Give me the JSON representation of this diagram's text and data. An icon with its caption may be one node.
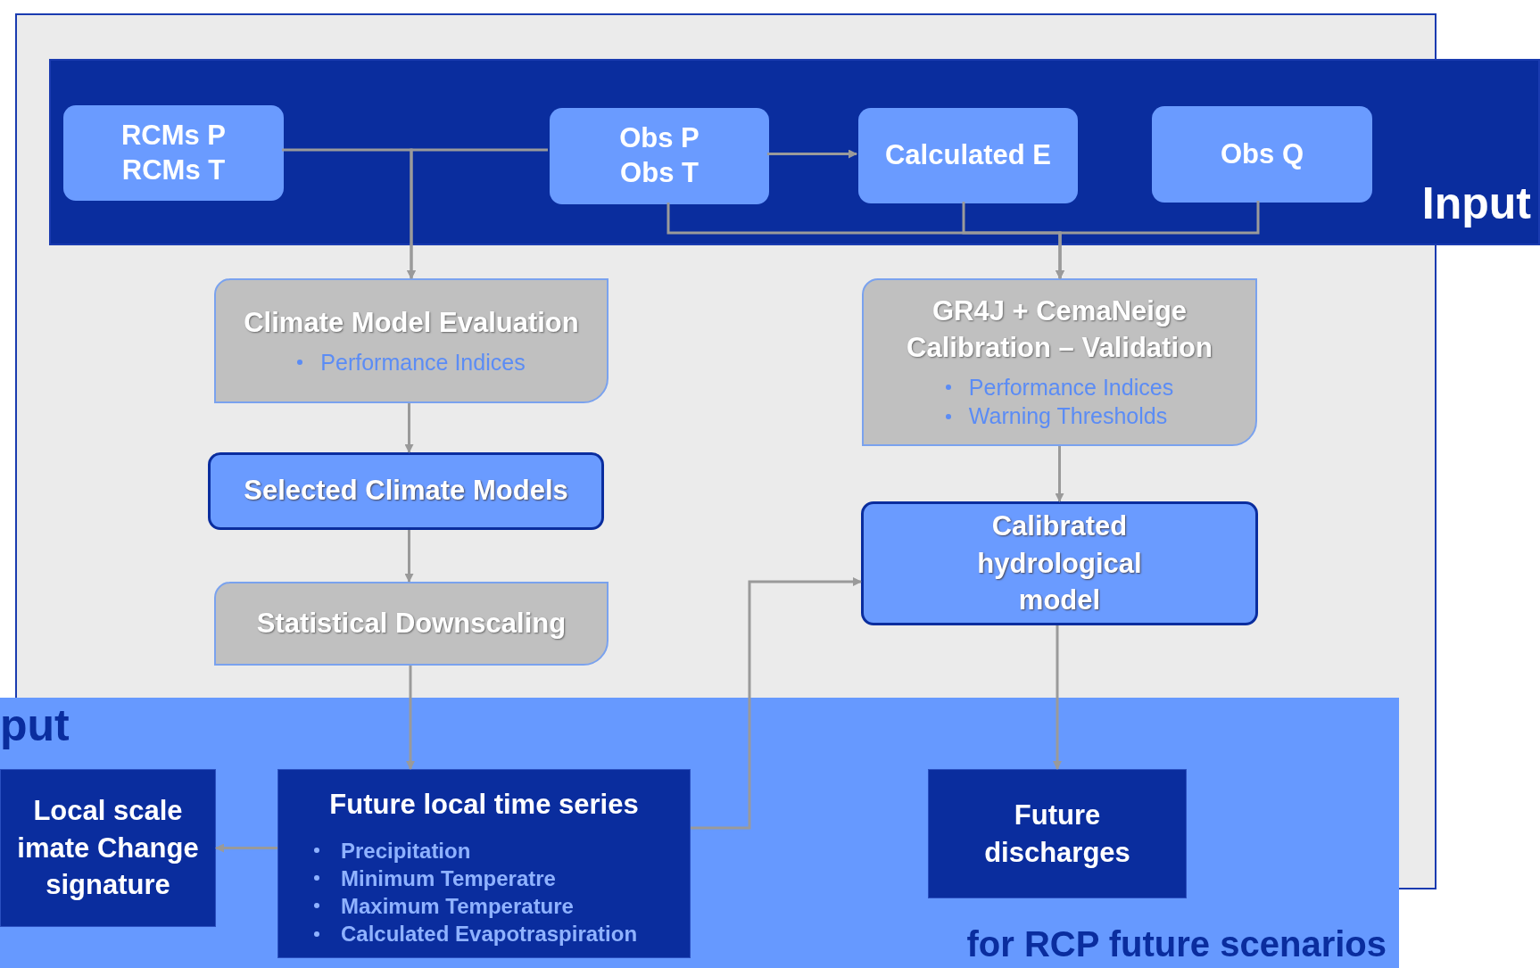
{
  "diagram": {
    "nodes": [
      {
        "text": [
          "Input"
        ]
      },
      {
        "text": [
          "RCMs P RCMs T"
        ],
        "in": 0
      },
      {
        "text": [
          "Obs P Obs T"
        ],
        "in": 0
      },
      {
        "text": [
          "Calculated E"
        ],
        "in": 0
      },
      {
        "text": [
          "Obs Q"
        ],
        "in": 0
      },
      {
        "text": [
          "Climate Model Evaluation",
          "Performance Indices"
        ]
      },
      {
        "text": [
          "GR4J + CemaNeige Calibration – Validation",
          "Performance Indices",
          "Warning Thresholds"
        ]
      },
      {
        "text": [
          "Selected Climate Models"
        ]
      },
      {
        "text": [
          "Calibrated hydrological model"
        ]
      },
      {
        "text": [
          "Statistical Downscaling"
        ]
      },
      {
        "text": [
          "put",
          "for RCP future scenarios"
        ]
      },
      {
        "text": [
          "Local scale imate Change signature"
        ],
        "in": 10
      },
      {
        "text": [
          "Future local time series",
          "Precipitation",
          "Minimum Temperatre",
          "Maximum Temperature",
          "Calculated Evapotraspiration"
        ],
        "in": 10
      },
      {
        "text": [
          "Future discharges"
        ],
        "in": 10
      }
    ],
    "edges": [
      {
        "from": 1,
        "to": 5,
        "arrow": "to"
      },
      {
        "from": 2,
        "to": 5,
        "arrow": "to"
      },
      {
        "from": 2,
        "to": 3,
        "arrow": "to"
      },
      {
        "from": 2,
        "to": 6,
        "arrow": "to"
      },
      {
        "from": 3,
        "to": 6,
        "arrow": "to"
      },
      {
        "from": 4,
        "to": 6,
        "arrow": "to"
      },
      {
        "from": 5,
        "to": 7,
        "arrow": "to"
      },
      {
        "from": 7,
        "to": 9,
        "arrow": "to"
      },
      {
        "from": 9,
        "to": 12,
        "arrow": "to"
      },
      {
        "from": 6,
        "to": 8,
        "arrow": "to"
      },
      {
        "from": 12,
        "to": 8,
        "arrow": "to"
      },
      {
        "from": 8,
        "to": 13,
        "arrow": "to"
      },
      {
        "from": 12,
        "to": 11,
        "arrow": "to"
      }
    ]
  }
}
